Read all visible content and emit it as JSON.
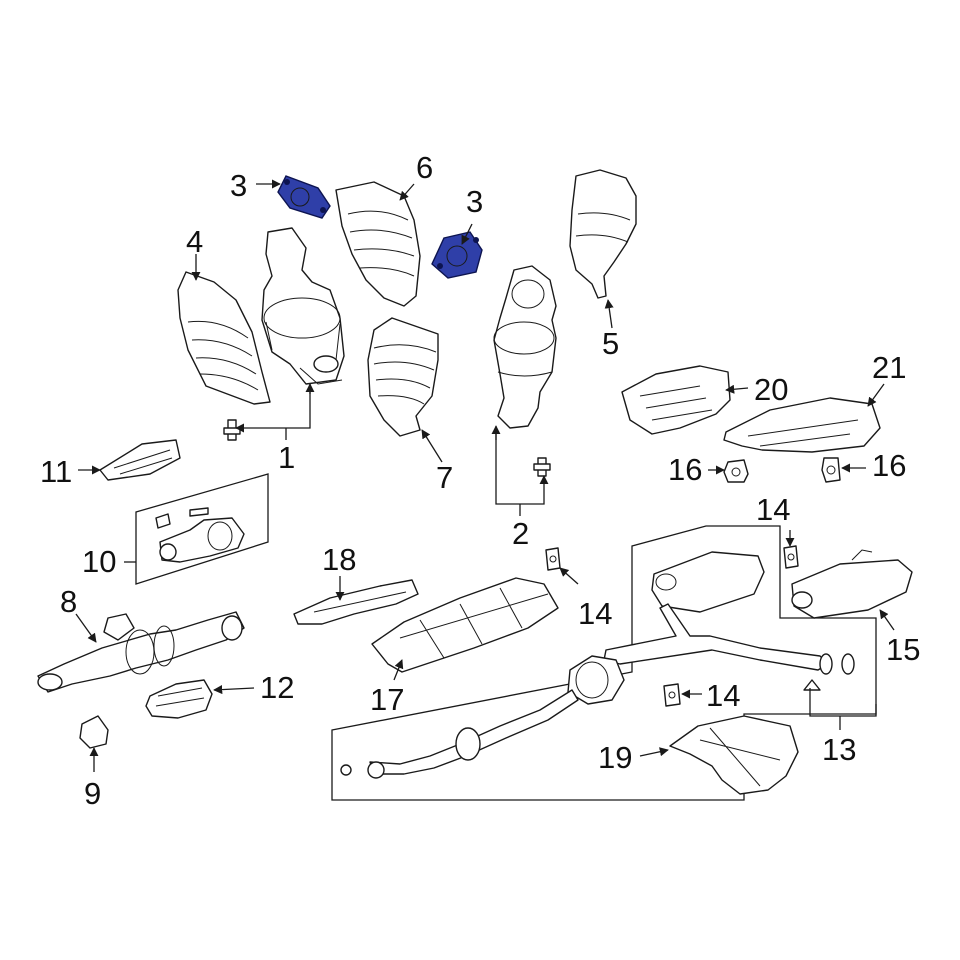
{
  "colors": {
    "highlight": "#2f3fa8",
    "line": "#1a1a1a",
    "background": "#ffffff"
  },
  "callouts": {
    "c1": "1",
    "c2": "2",
    "c3a": "3",
    "c3b": "3",
    "c4": "4",
    "c5": "5",
    "c6": "6",
    "c7": "7",
    "c8": "8",
    "c9": "9",
    "c10": "10",
    "c11": "11",
    "c12": "12",
    "c13": "13",
    "c14a": "14",
    "c14b": "14",
    "c14c": "14",
    "c15": "15",
    "c16a": "16",
    "c16b": "16",
    "c17": "17",
    "c18": "18",
    "c19": "19",
    "c20": "20",
    "c21": "21"
  },
  "highlighted_parts": [
    "gasket-left",
    "gasket-right"
  ]
}
